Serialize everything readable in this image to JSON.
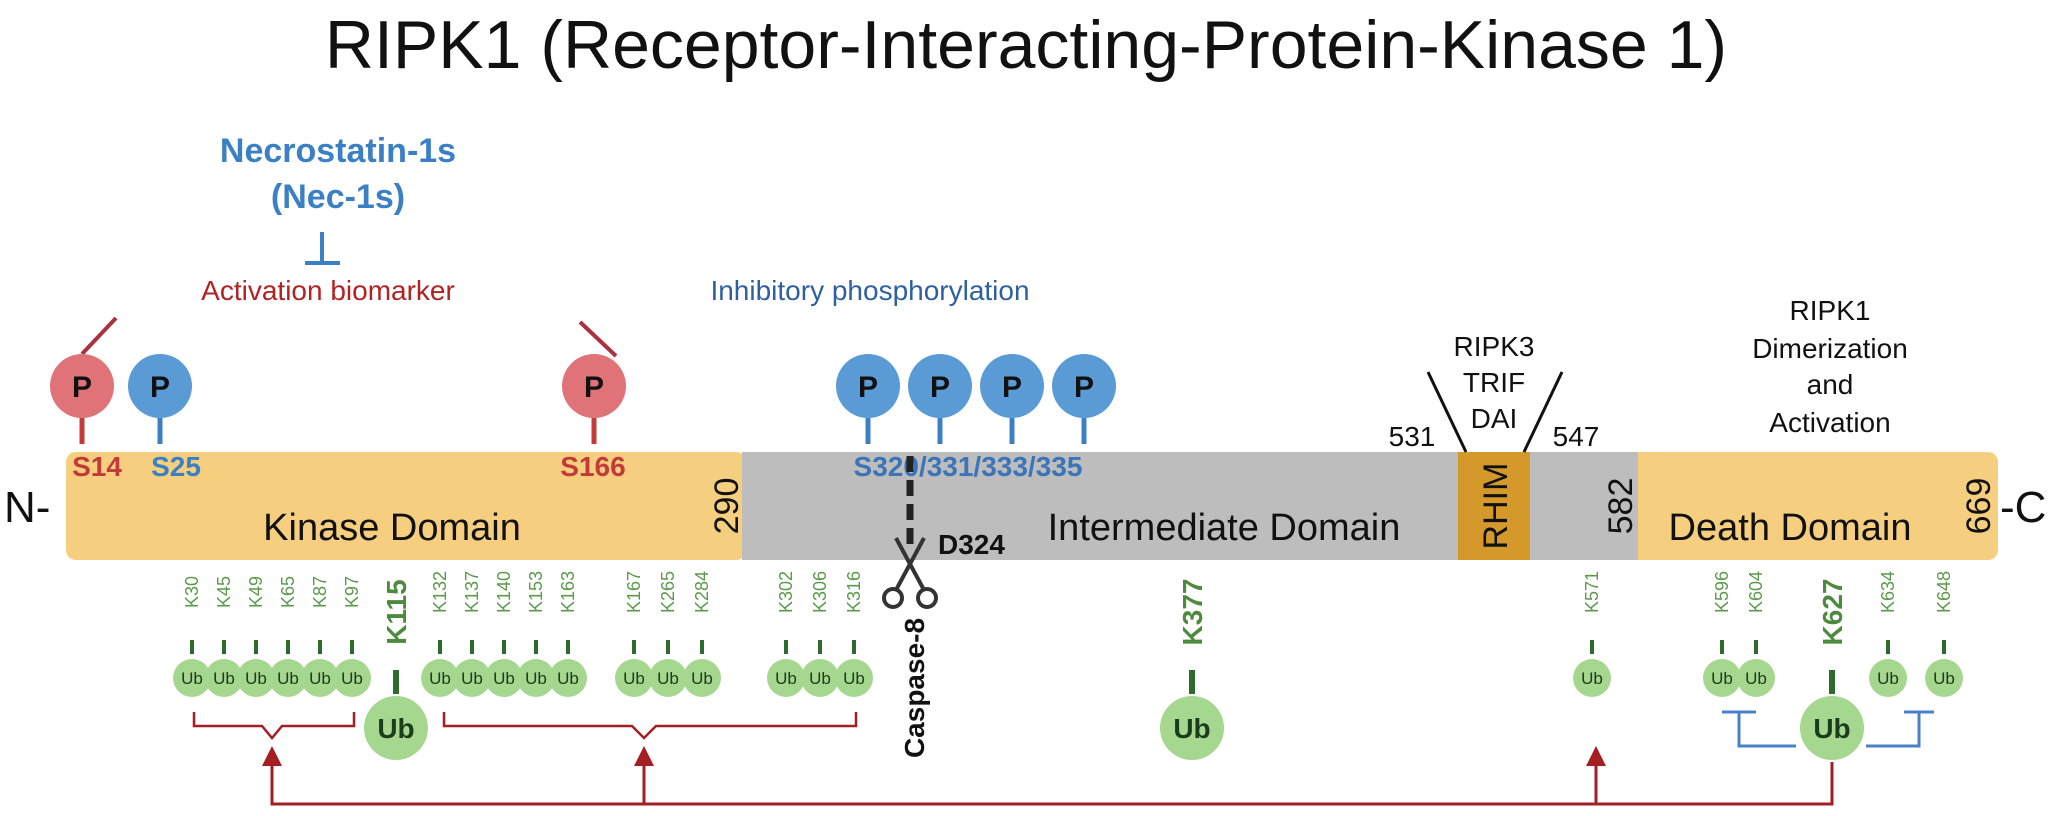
{
  "title": "RIPK1 (Receptor-Interacting-Protein-Kinase 1)",
  "inhibitor": {
    "line1": "Necrostatin-1s",
    "line2": "(Nec-1s)"
  },
  "labels": {
    "activation_biomarker": "Activation biomarker",
    "inhibitory_phosphorylation": "Inhibitory phosphorylation",
    "n_term": "N-",
    "c_term": "-C",
    "cleavage_site": "D324",
    "caspase": "Caspase-8"
  },
  "rhim_partners": [
    "RIPK3",
    "TRIF",
    "DAI"
  ],
  "death_domain_note": [
    "RIPK1",
    "Dimerization",
    "and",
    "Activation"
  ],
  "domains": {
    "kinase": "Kinase Domain",
    "intermediate": "Intermediate Domain",
    "rhim": "RHIM",
    "death": "Death Domain"
  },
  "boundaries": {
    "b290": "290",
    "b531": "531",
    "b547": "547",
    "b582": "582",
    "b669": "669"
  },
  "phospho": {
    "symbol": "P",
    "s14": "S14",
    "s25": "S25",
    "s166": "S166",
    "s320_335": "S320/331/333/335"
  },
  "ub_symbol": "Ub",
  "lysines_small": [
    "K30",
    "K45",
    "K49",
    "K65",
    "K87",
    "K97",
    "K132",
    "K137",
    "K140",
    "K153",
    "K163",
    "K167",
    "K265",
    "K284",
    "K302",
    "K306",
    "K316",
    "K571",
    "K596",
    "K604",
    "K634",
    "K648"
  ],
  "lysines_major": [
    "K115",
    "K377",
    "K627"
  ],
  "colors": {
    "kinase": "#f5cf7f",
    "intermediate": "#bdbdbd",
    "rhim": "#d4992a",
    "phospho_red": "#e07378",
    "phospho_blue": "#5b9bd5",
    "label_red": "#b22222",
    "label_blue": "#3b74b8",
    "ub_green": "#a6d78e",
    "lys_green": "#5a9a4a",
    "arrow_red": "#a31f24"
  }
}
